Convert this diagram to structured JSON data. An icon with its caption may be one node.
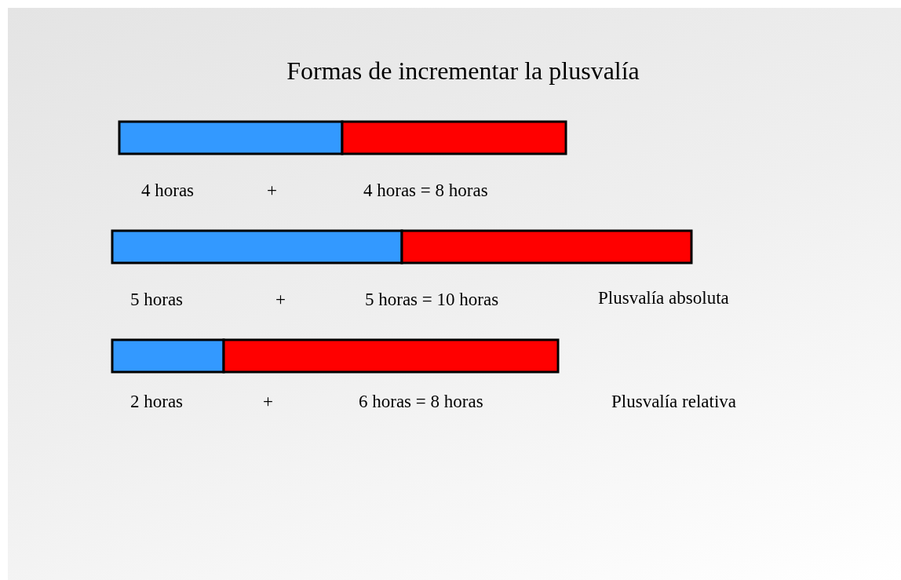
{
  "diagram": {
    "title": "Formas de incrementar la plusvalía",
    "labels": [
      "4 horas",
      "+",
      "4 horas = 8 horas",
      "5 horas",
      "+",
      "5 horas = 10 horas",
      "Plusvalía absoluta",
      "2 horas",
      "+",
      "6 horas = 8 horas",
      "Plusvalía relativa"
    ]
  }
}
